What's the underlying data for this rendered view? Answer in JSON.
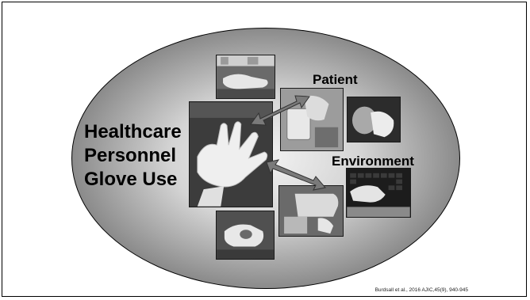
{
  "slide": {
    "main_title": "Healthcare\nPersonnel\nGlove Use",
    "patient_label": "Patient",
    "environment_label": "Environment",
    "citation": "Burdsall et al., 2016 AJIC,45(9), 940-945"
  },
  "colors": {
    "ellipse_center": "#f2f2f2",
    "ellipse_edge": "#404040",
    "arrow_fill": "#7a7a7a"
  }
}
